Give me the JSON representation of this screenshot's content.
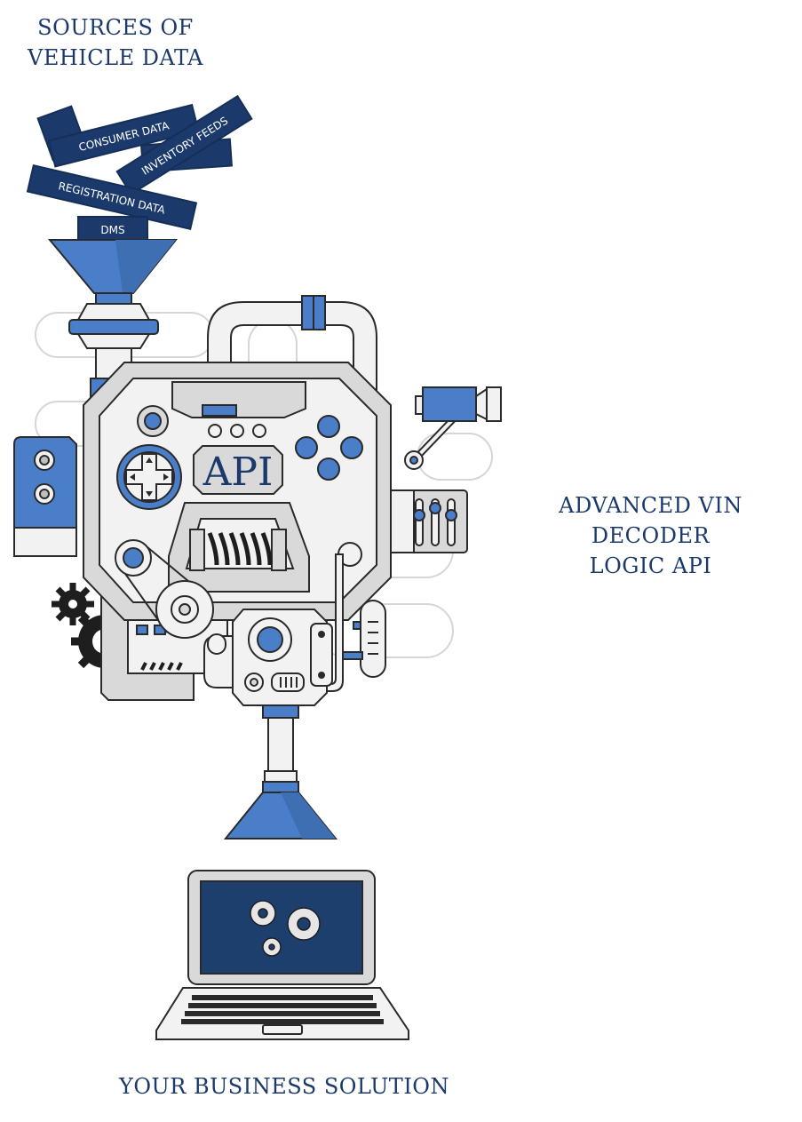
{
  "captions": {
    "sources_line1": "SOURCES OF",
    "sources_line2": "VEHICLE DATA",
    "api_line1": "ADVANCED VIN DECODER",
    "api_line2": "LOGIC API",
    "business": "YOUR BUSINESS SOLUTION"
  },
  "sources": {
    "consumer": "CONSUMER DATA",
    "inventory": "INVENTORY FEEDS",
    "registration": "REGISTRATION DATA",
    "dms": "DMS"
  },
  "machine": {
    "api_label": "API"
  },
  "colors": {
    "navy": "#1b3a6b",
    "blue": "#4a7ec9",
    "light_gray": "#f2f2f2",
    "mid_gray": "#d9d9d9",
    "outline": "#2a2a2a",
    "screen": "#1c3f6e"
  }
}
